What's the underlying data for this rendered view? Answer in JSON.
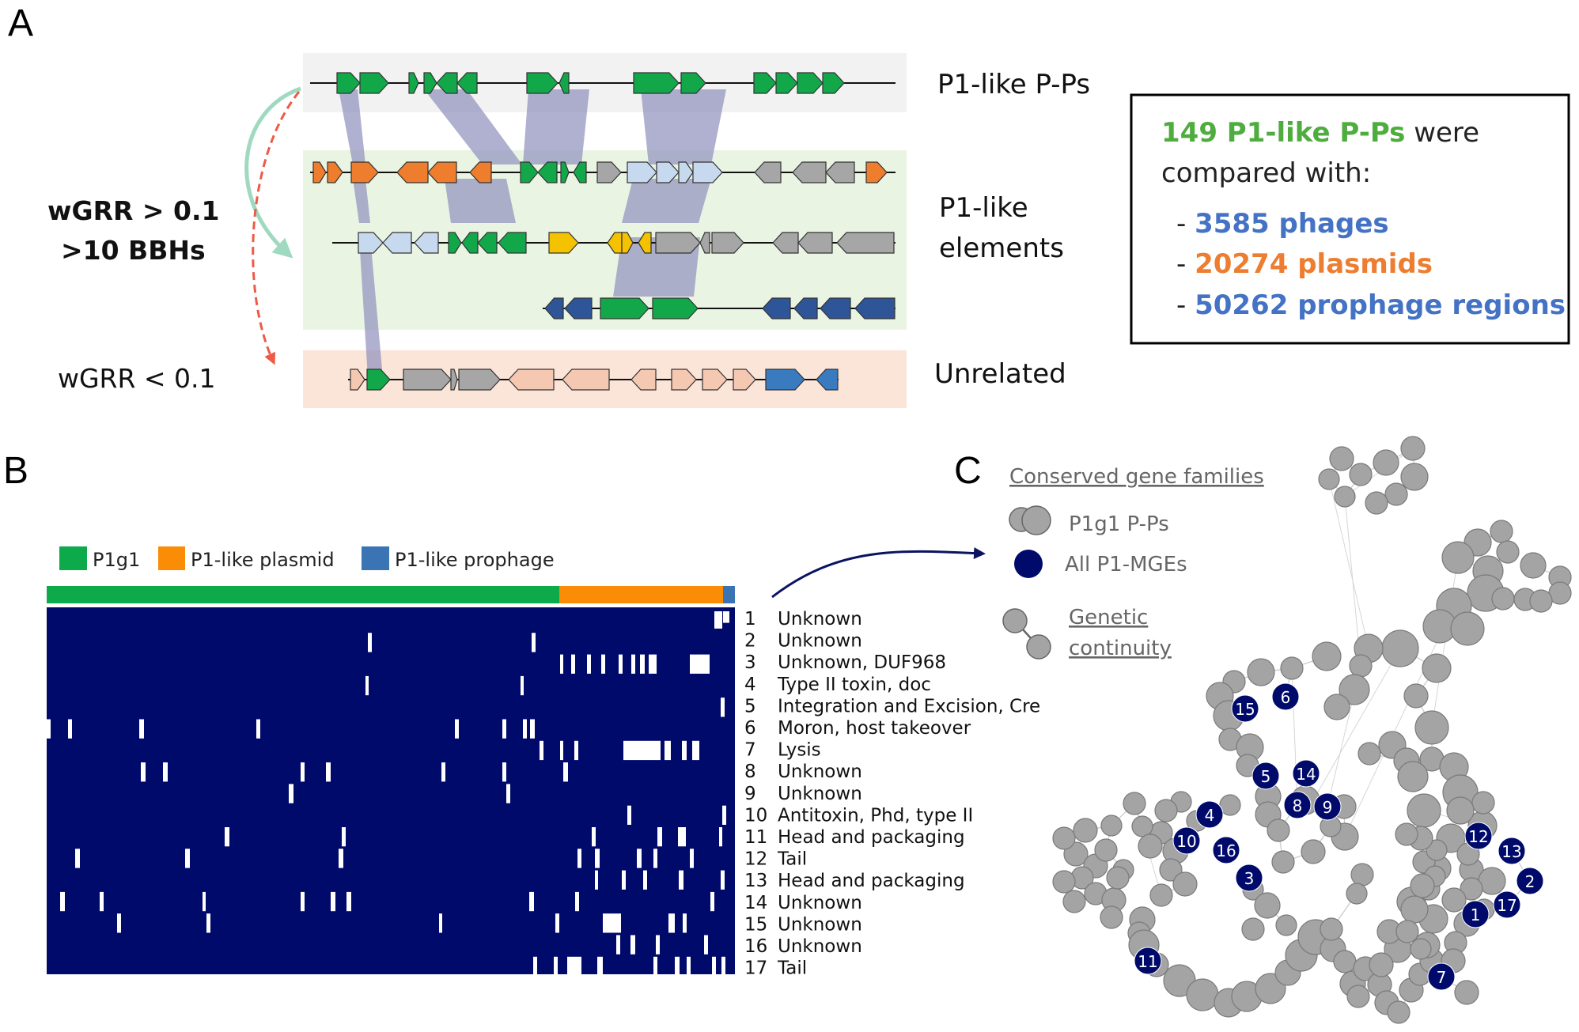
{
  "panels": {
    "a": "A",
    "b": "B",
    "c": "C"
  },
  "panel_a": {
    "track_labels": {
      "p1_like_pps": "P1-like P-Ps",
      "p1_like_elements_line1": "P1-like",
      "p1_like_elements_line2": "elements",
      "unrelated": "Unrelated"
    },
    "criteria": {
      "wgrr_high": "wGRR > 0.1",
      "bbhs": ">10 BBHs",
      "wgrr_low": "wGRR < 0.1"
    },
    "info_box": {
      "line1_highlight": "149 P1-like P-Ps",
      "line1_rest": " were",
      "line2": "compared with:",
      "item_prefix": "- ",
      "phages": "3585 phages",
      "plasmids": "20274 plasmids",
      "prophages": "50262 prophage regions"
    },
    "colors": {
      "green": "#12a84a",
      "orange": "#ef7d2e",
      "light_blue": "#c6d9ef",
      "grey": "#a6a6a6",
      "yellow": "#f5c200",
      "dark_blue": "#2d5597",
      "mid_blue": "#3a7abf",
      "peach": "#f5c8b2",
      "pps_bg": "#f2f2f2",
      "elements_bg": "#eaf4e3",
      "unrelated_bg": "#fbe5d9",
      "band": "#8e90bd",
      "arrow_green": "#9fd9c0",
      "arrow_red": "#ee5a47"
    }
  },
  "panel_b": {
    "legend": [
      {
        "label": "P1g1",
        "color": "#0caa4b"
      },
      {
        "label": "P1-like plasmid",
        "color": "#fb8c05"
      },
      {
        "label": "P1-like prophage",
        "color": "#3a74b5"
      }
    ],
    "heatmap_bg": "#000a6b",
    "rows": [
      {
        "num": "1",
        "label": "Unknown"
      },
      {
        "num": "2",
        "label": "Unknown"
      },
      {
        "num": "3",
        "label": "Unknown, DUF968"
      },
      {
        "num": "4",
        "label": "Type II toxin, doc"
      },
      {
        "num": "5",
        "label": "Integration and Excision, Cre"
      },
      {
        "num": "6",
        "label": "Moron, host takeover"
      },
      {
        "num": "7",
        "label": "Lysis"
      },
      {
        "num": "8",
        "label": "Unknown"
      },
      {
        "num": "9",
        "label": "Unknown"
      },
      {
        "num": "10",
        "label": "Antitoxin, Phd, type II"
      },
      {
        "num": "11",
        "label": "Head and packaging"
      },
      {
        "num": "12",
        "label": "Tail"
      },
      {
        "num": "13",
        "label": "Head and packaging"
      },
      {
        "num": "14",
        "label": "Unknown"
      },
      {
        "num": "15",
        "label": "Unknown"
      },
      {
        "num": "16",
        "label": "Unknown"
      },
      {
        "num": "17",
        "label": "Tail"
      }
    ]
  },
  "panel_c": {
    "legend_title": "Conserved gene families",
    "p1g1": "P1g1 P-Ps",
    "all_mges": "All P1-MGEs",
    "genetic_line1": "Genetic",
    "genetic_line2": "continuity",
    "node_grey": "#a4a4a4",
    "node_blue": "#000a6b",
    "numbered_nodes": [
      "1",
      "2",
      "3",
      "4",
      "5",
      "6",
      "7",
      "8",
      "9",
      "10",
      "11",
      "12",
      "13",
      "14",
      "15",
      "16",
      "17"
    ]
  }
}
